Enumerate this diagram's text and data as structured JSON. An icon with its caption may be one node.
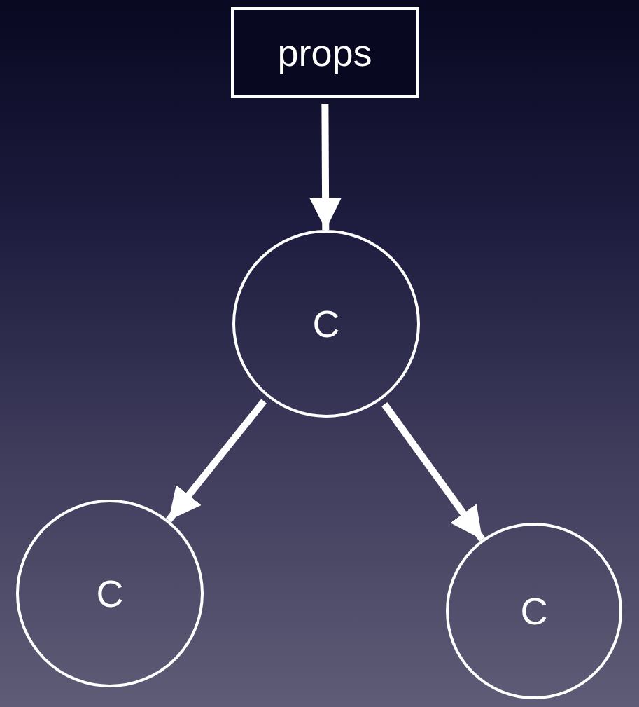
{
  "diagram": {
    "nodes": [
      {
        "text": [
          "props"
        ]
      },
      {
        "text": [
          "C"
        ]
      },
      {
        "text": [
          "C"
        ]
      },
      {
        "text": [
          "C"
        ]
      }
    ],
    "edges": [
      {
        "from": 0,
        "to": 1,
        "arrow": "to"
      },
      {
        "from": 1,
        "to": 2,
        "arrow": "to"
      },
      {
        "from": 1,
        "to": 3,
        "arrow": "to"
      }
    ]
  }
}
